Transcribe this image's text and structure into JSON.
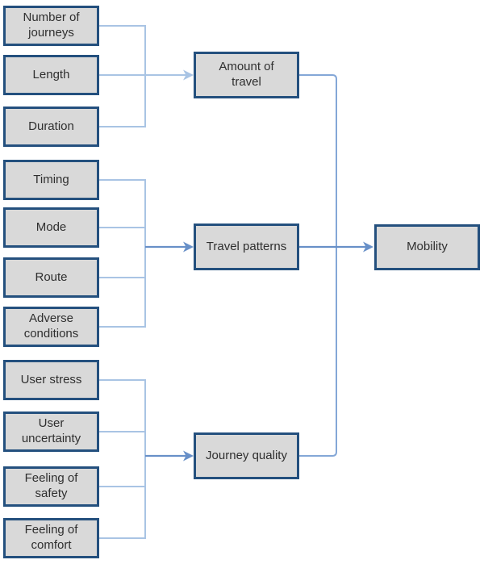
{
  "diagram": {
    "outcome": {
      "label": "Mobility"
    },
    "components": [
      {
        "label": "Amount of\ntravel",
        "inputs": [
          {
            "label": "Number of\njourneys"
          },
          {
            "label": "Length"
          },
          {
            "label": "Duration"
          }
        ]
      },
      {
        "label": "Travel patterns",
        "inputs": [
          {
            "label": "Timing"
          },
          {
            "label": "Mode"
          },
          {
            "label": "Route"
          },
          {
            "label": "Adverse\nconditions"
          }
        ]
      },
      {
        "label": "Journey quality",
        "inputs": [
          {
            "label": "User stress"
          },
          {
            "label": "User\nuncertainty"
          },
          {
            "label": "Feeling of\nsafety"
          },
          {
            "label": "Feeling of\ncomfort"
          }
        ]
      }
    ],
    "colors": {
      "box_fill": "#d9d9d9",
      "box_border": "#24507e",
      "text": "#2f2f2f",
      "connector_light": "#a9c4e4",
      "connector_elbow": "#84a7d7",
      "connector_arrow": "#6890c8"
    }
  }
}
